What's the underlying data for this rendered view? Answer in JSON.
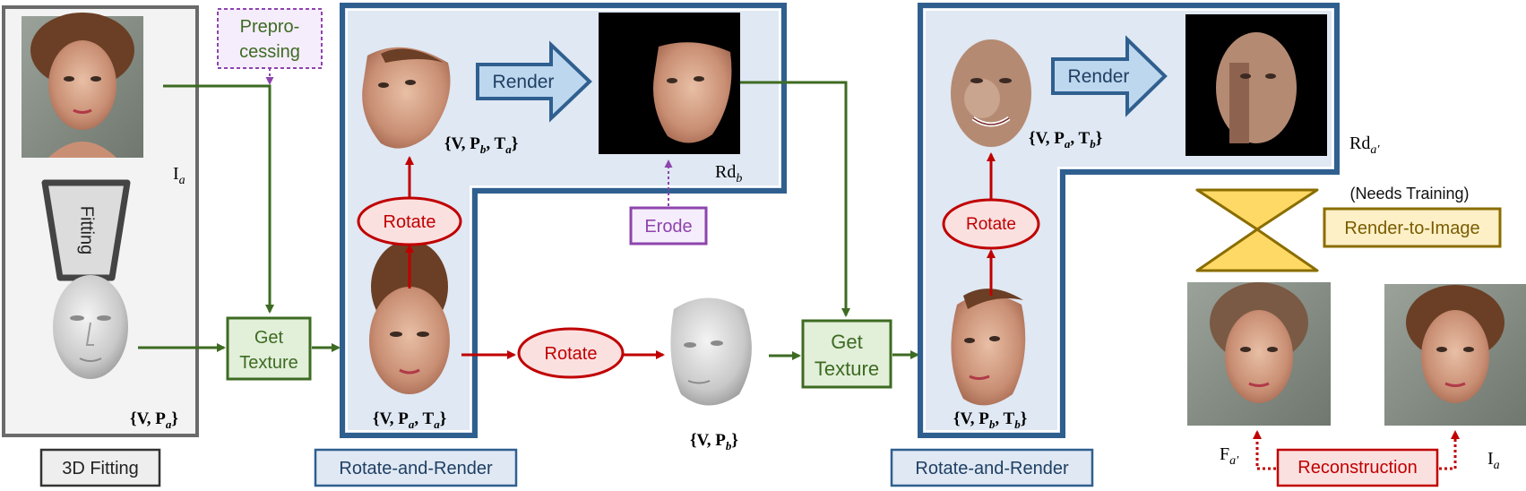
{
  "labels": {
    "preprocessing_line1": "Prepro-",
    "preprocessing_line2": "cessing",
    "fitting": "Fitting",
    "three_d_fitting": "3D Fitting",
    "get_texture_line1": "Get",
    "get_texture_line2": "Texture",
    "rotate": "Rotate",
    "render": "Render",
    "erode": "Erode",
    "rotate_and_render": "Rotate-and-Render",
    "needs_training": "(Needs Training)",
    "render_to_image": "Render-to-Image",
    "reconstruction": "Reconstruction"
  },
  "math": {
    "I_a_main": "I",
    "I_a_sub": "a",
    "V_Pa_open": "{V, P",
    "V_Pa_sub": "a",
    "V_Pa_close": "}",
    "VPaTa_1": "{V, P",
    "VPaTa_s1": "a",
    "VPaTa_2": ", T",
    "VPaTa_s2": "a",
    "VPaTa_3": "}",
    "VPbTa_1": "{V, P",
    "VPbTa_s1": "b",
    "VPbTa_2": ", T",
    "VPbTa_s2": "a",
    "VPbTa_3": "}",
    "VPb_1": "{V, P",
    "VPb_s1": "b",
    "VPb_2": "}",
    "VPbTb_1": "{V, P",
    "VPbTb_s1": "b",
    "VPbTb_2": ", T",
    "VPbTb_s2": "b",
    "VPbTb_3": "}",
    "VPaTb_1": "{V, P",
    "VPaTb_s1": "a",
    "VPaTb_2": ", T",
    "VPaTb_s2": "b",
    "VPaTb_3": "}",
    "Rd_b_main": "Rd",
    "Rd_b_sub": "b",
    "Rd_a_main": "Rd",
    "Rd_a_sub": "a′",
    "F_a_main": "F",
    "F_a_sub": "a′",
    "I_a2_main": "I",
    "I_a2_sub": "a"
  },
  "colors": {
    "green": "#3d6b22",
    "red": "#c00000",
    "blue": "#2f5f8f",
    "purple": "#8e44ad",
    "gold": "#d4b845",
    "panel": "#dfe8f3",
    "gray": "#6a6a6a"
  }
}
